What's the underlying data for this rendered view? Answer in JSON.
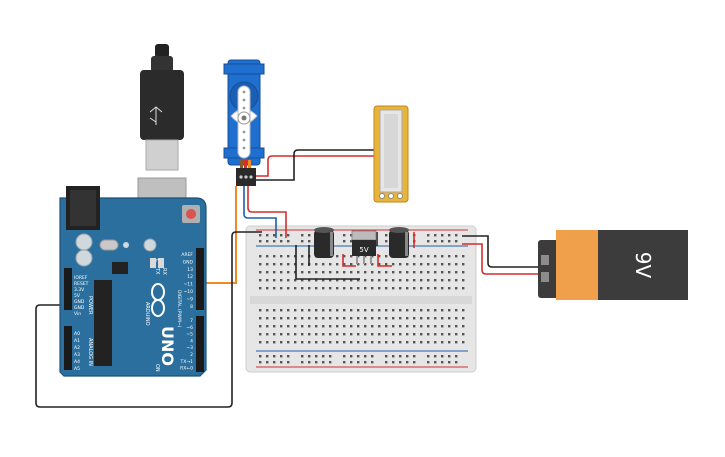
{
  "arduino": {
    "brand": "UNO",
    "logo_text": "ARDUINO",
    "power_header_label": "POWER",
    "analog_header_label": "ANALOG IN",
    "digital_header_label": "DIGITAL (PWM~)",
    "tx_label": "TX",
    "rx_label": "RX",
    "l_label": "L",
    "on_label": "ON",
    "power_pins": [
      "IOREF",
      "RESET",
      "3.3V",
      "5V",
      "GND",
      "GND",
      "Vin"
    ],
    "analog_pins": [
      "A0",
      "A1",
      "A2",
      "A3",
      "A4",
      "A5"
    ],
    "digital_pins_top": [
      "AREF",
      "GND",
      "13",
      "12",
      "~11",
      "~10",
      "~9",
      "8"
    ],
    "digital_pins_bottom": [
      "7",
      "~6",
      "~5",
      "4",
      "~3",
      "2",
      "TX→1",
      "RX←0"
    ]
  },
  "regulator": {
    "label": "5V"
  },
  "battery": {
    "label": "9V"
  },
  "colors": {
    "board": "#2a6f9e",
    "board_dark": "#1d5277",
    "battery_orange": "#f0a04b",
    "battery_dark": "#3c3c3c",
    "wire_red": "#d32f2f",
    "wire_black": "#222222",
    "wire_orange": "#f08a24",
    "wire_blue": "#1f5fa8",
    "servo_blue": "#1e6fd0",
    "pot_yellow": "#e9b43a",
    "breadboard": "#e9e9e9"
  }
}
